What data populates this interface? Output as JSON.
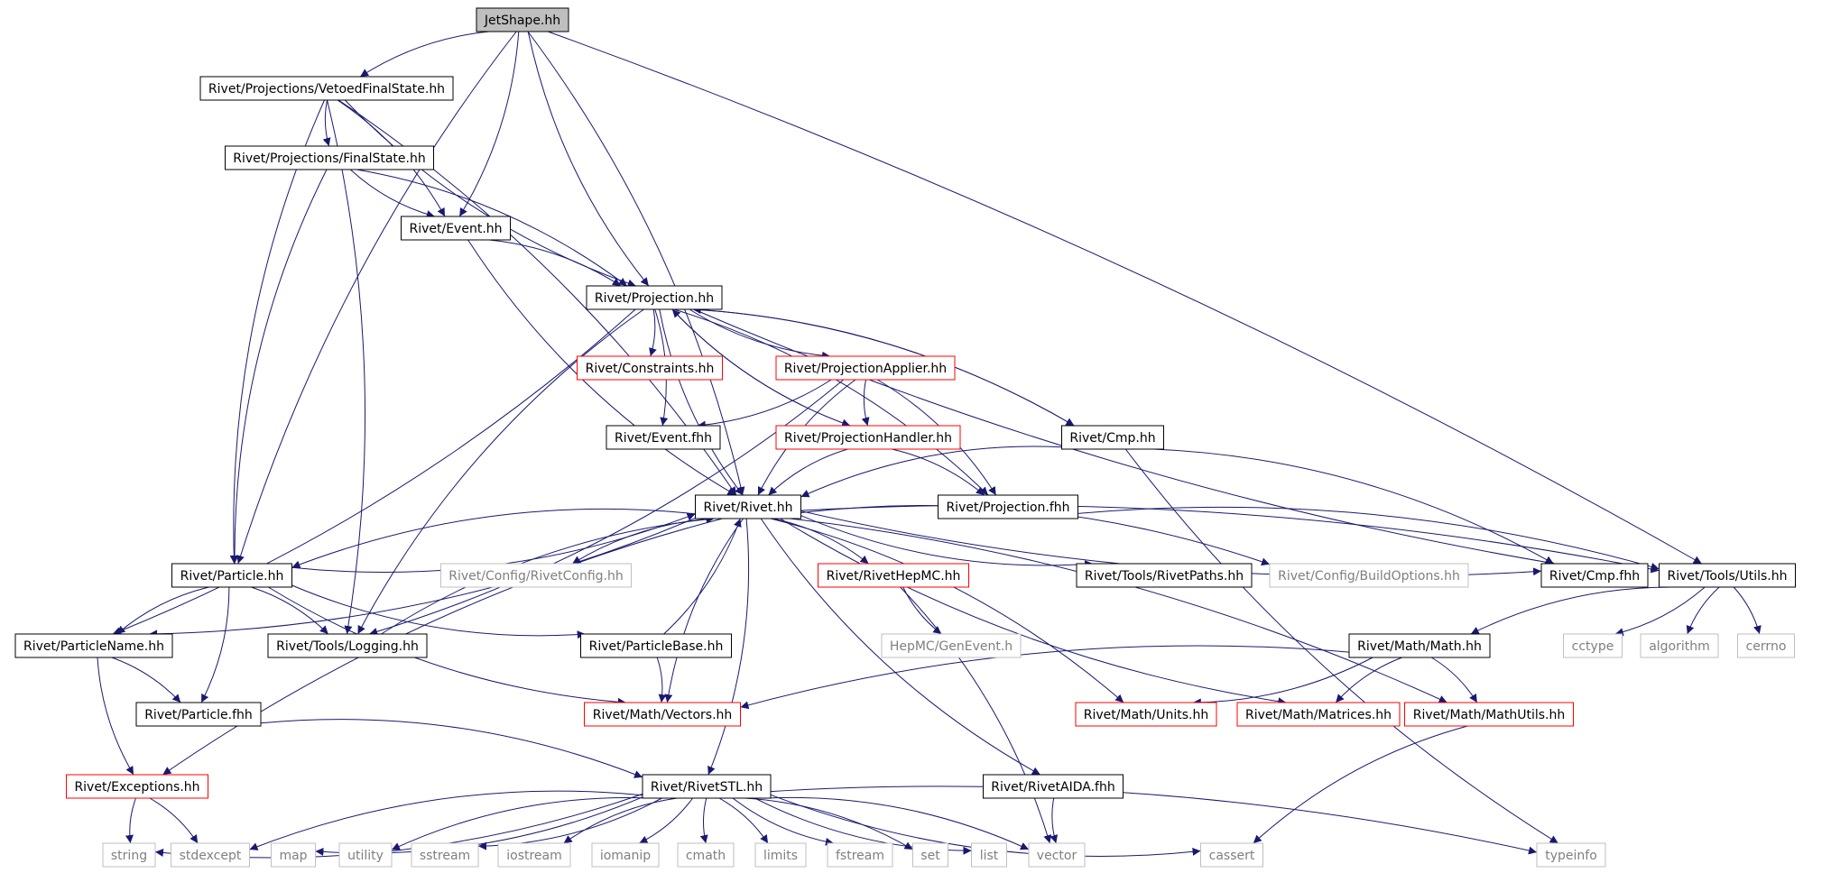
{
  "colors": {
    "edge": "#191970",
    "root_fill": "#bfbfbf",
    "normal_border": "#000000",
    "truncated_border": "#ff0000",
    "missing_border": "#bfbfbf",
    "missing_text": "#7f7f7f",
    "text": "#000000"
  },
  "nodes": [
    {
      "id": "jetshape",
      "label": "JetShape.hh",
      "kind": "root"
    },
    {
      "id": "vetoed",
      "label": "Rivet/Projections/VetoedFinalState.hh",
      "kind": "normal"
    },
    {
      "id": "finalstate",
      "label": "Rivet/Projections/FinalState.hh",
      "kind": "normal"
    },
    {
      "id": "event",
      "label": "Rivet/Event.hh",
      "kind": "normal"
    },
    {
      "id": "projection",
      "label": "Rivet/Projection.hh",
      "kind": "normal"
    },
    {
      "id": "constraints",
      "label": "Rivet/Constraints.hh",
      "kind": "truncated"
    },
    {
      "id": "projapplier",
      "label": "Rivet/ProjectionApplier.hh",
      "kind": "truncated"
    },
    {
      "id": "eventfhh",
      "label": "Rivet/Event.fhh",
      "kind": "normal"
    },
    {
      "id": "projhandler",
      "label": "Rivet/ProjectionHandler.hh",
      "kind": "truncated"
    },
    {
      "id": "cmphh",
      "label": "Rivet/Cmp.hh",
      "kind": "normal"
    },
    {
      "id": "rivet",
      "label": "Rivet/Rivet.hh",
      "kind": "normal"
    },
    {
      "id": "projfhh",
      "label": "Rivet/Projection.fhh",
      "kind": "normal"
    },
    {
      "id": "particle",
      "label": "Rivet/Particle.hh",
      "kind": "normal"
    },
    {
      "id": "rivetconfig",
      "label": "Rivet/Config/RivetConfig.hh",
      "kind": "missing"
    },
    {
      "id": "hepmc",
      "label": "Rivet/RivetHepMC.hh",
      "kind": "truncated"
    },
    {
      "id": "rivetpaths",
      "label": "Rivet/Tools/RivetPaths.hh",
      "kind": "normal"
    },
    {
      "id": "buildoptions",
      "label": "Rivet/Config/BuildOptions.hh",
      "kind": "missing"
    },
    {
      "id": "cmpfhh",
      "label": "Rivet/Cmp.fhh",
      "kind": "normal"
    },
    {
      "id": "utils",
      "label": "Rivet/Tools/Utils.hh",
      "kind": "normal"
    },
    {
      "id": "particlename",
      "label": "Rivet/ParticleName.hh",
      "kind": "normal"
    },
    {
      "id": "logging",
      "label": "Rivet/Tools/Logging.hh",
      "kind": "normal"
    },
    {
      "id": "particlebase",
      "label": "Rivet/ParticleBase.hh",
      "kind": "normal"
    },
    {
      "id": "genevent",
      "label": "HepMC/GenEvent.h",
      "kind": "missing"
    },
    {
      "id": "mathhh",
      "label": "Rivet/Math/Math.hh",
      "kind": "normal"
    },
    {
      "id": "cctype",
      "label": "cctype",
      "kind": "missing"
    },
    {
      "id": "algorithm",
      "label": "algorithm",
      "kind": "missing"
    },
    {
      "id": "cerrno",
      "label": "cerrno",
      "kind": "missing"
    },
    {
      "id": "particlefhh",
      "label": "Rivet/Particle.fhh",
      "kind": "normal"
    },
    {
      "id": "vectors",
      "label": "Rivet/Math/Vectors.hh",
      "kind": "truncated"
    },
    {
      "id": "units",
      "label": "Rivet/Math/Units.hh",
      "kind": "truncated"
    },
    {
      "id": "matrices",
      "label": "Rivet/Math/Matrices.hh",
      "kind": "truncated"
    },
    {
      "id": "mathutils",
      "label": "Rivet/Math/MathUtils.hh",
      "kind": "truncated"
    },
    {
      "id": "exceptions",
      "label": "Rivet/Exceptions.hh",
      "kind": "truncated"
    },
    {
      "id": "rivetstl",
      "label": "Rivet/RivetSTL.hh",
      "kind": "normal"
    },
    {
      "id": "aidafhh",
      "label": "Rivet/RivetAIDA.fhh",
      "kind": "normal"
    },
    {
      "id": "string",
      "label": "string",
      "kind": "missing"
    },
    {
      "id": "stdexcept",
      "label": "stdexcept",
      "kind": "missing"
    },
    {
      "id": "map",
      "label": "map",
      "kind": "missing"
    },
    {
      "id": "utility",
      "label": "utility",
      "kind": "missing"
    },
    {
      "id": "sstream",
      "label": "sstream",
      "kind": "missing"
    },
    {
      "id": "iostream",
      "label": "iostream",
      "kind": "missing"
    },
    {
      "id": "iomanip",
      "label": "iomanip",
      "kind": "missing"
    },
    {
      "id": "cmath",
      "label": "cmath",
      "kind": "missing"
    },
    {
      "id": "limits",
      "label": "limits",
      "kind": "missing"
    },
    {
      "id": "fstream",
      "label": "fstream",
      "kind": "missing"
    },
    {
      "id": "set",
      "label": "set",
      "kind": "missing"
    },
    {
      "id": "list",
      "label": "list",
      "kind": "missing"
    },
    {
      "id": "vector",
      "label": "vector",
      "kind": "missing"
    },
    {
      "id": "cassert",
      "label": "cassert",
      "kind": "missing"
    },
    {
      "id": "typeinfo",
      "label": "typeinfo",
      "kind": "missing"
    }
  ],
  "edges": [
    [
      "jetshape",
      "vetoed"
    ],
    [
      "jetshape",
      "event"
    ],
    [
      "jetshape",
      "projection"
    ],
    [
      "jetshape",
      "rivet"
    ],
    [
      "jetshape",
      "particle"
    ],
    [
      "jetshape",
      "utils"
    ],
    [
      "vetoed",
      "finalstate"
    ],
    [
      "vetoed",
      "event"
    ],
    [
      "vetoed",
      "projection"
    ],
    [
      "vetoed",
      "rivet"
    ],
    [
      "vetoed",
      "particle"
    ],
    [
      "vetoed",
      "logging"
    ],
    [
      "finalstate",
      "event"
    ],
    [
      "finalstate",
      "projection"
    ],
    [
      "finalstate",
      "particle"
    ],
    [
      "event",
      "projection"
    ],
    [
      "event",
      "rivet"
    ],
    [
      "projection",
      "constraints"
    ],
    [
      "projection",
      "projapplier"
    ],
    [
      "projection",
      "eventfhh"
    ],
    [
      "projection",
      "projhandler"
    ],
    [
      "projection",
      "cmphh"
    ],
    [
      "projection",
      "rivet"
    ],
    [
      "projection",
      "projfhh"
    ],
    [
      "projection",
      "cmpfhh"
    ],
    [
      "projection",
      "particlename"
    ],
    [
      "projection",
      "logging"
    ],
    [
      "projapplier",
      "eventfhh"
    ],
    [
      "projapplier",
      "projhandler"
    ],
    [
      "projapplier",
      "projfhh"
    ],
    [
      "projapplier",
      "rivet"
    ],
    [
      "projapplier",
      "logging"
    ],
    [
      "projhandler",
      "rivet"
    ],
    [
      "projhandler",
      "projfhh"
    ],
    [
      "projhandler",
      "projection"
    ],
    [
      "cmphh",
      "projection"
    ],
    [
      "cmphh",
      "rivet"
    ],
    [
      "cmphh",
      "cmpfhh"
    ],
    [
      "cmphh",
      "typeinfo"
    ],
    [
      "projfhh",
      "utils"
    ],
    [
      "rivet",
      "rivetconfig"
    ],
    [
      "rivet",
      "hepmc"
    ],
    [
      "rivet",
      "rivetpaths"
    ],
    [
      "rivet",
      "buildoptions"
    ],
    [
      "rivet",
      "cmpfhh"
    ],
    [
      "rivet",
      "utils"
    ],
    [
      "rivet",
      "particle"
    ],
    [
      "rivet",
      "particlename"
    ],
    [
      "rivet",
      "vectors"
    ],
    [
      "rivet",
      "units"
    ],
    [
      "rivet",
      "matrices"
    ],
    [
      "rivet",
      "mathutils"
    ],
    [
      "rivet",
      "exceptions"
    ],
    [
      "rivet",
      "rivetstl"
    ],
    [
      "rivet",
      "aidafhh"
    ],
    [
      "particle",
      "rivet"
    ],
    [
      "particle",
      "particlename"
    ],
    [
      "particle",
      "logging"
    ],
    [
      "particle",
      "particlebase"
    ],
    [
      "particle",
      "particlefhh"
    ],
    [
      "particle",
      "vectors"
    ],
    [
      "particlename",
      "particlefhh"
    ],
    [
      "particlename",
      "exceptions"
    ],
    [
      "logging",
      "rivet"
    ],
    [
      "particlebase",
      "rivet"
    ],
    [
      "particlebase",
      "vectors"
    ],
    [
      "hepmc",
      "genevent"
    ],
    [
      "hepmc",
      "vector"
    ],
    [
      "utils",
      "mathhh"
    ],
    [
      "utils",
      "cctype"
    ],
    [
      "utils",
      "algorithm"
    ],
    [
      "utils",
      "cerrno"
    ],
    [
      "mathhh",
      "vectors"
    ],
    [
      "mathhh",
      "units"
    ],
    [
      "mathhh",
      "matrices"
    ],
    [
      "mathhh",
      "mathutils"
    ],
    [
      "mathutils",
      "cassert"
    ],
    [
      "particlefhh",
      "rivetstl"
    ],
    [
      "exceptions",
      "string"
    ],
    [
      "exceptions",
      "stdexcept"
    ],
    [
      "aidafhh",
      "vector"
    ],
    [
      "rivetstl",
      "string"
    ],
    [
      "rivetstl",
      "stdexcept"
    ],
    [
      "rivetstl",
      "map"
    ],
    [
      "rivetstl",
      "utility"
    ],
    [
      "rivetstl",
      "sstream"
    ],
    [
      "rivetstl",
      "iostream"
    ],
    [
      "rivetstl",
      "iomanip"
    ],
    [
      "rivetstl",
      "cmath"
    ],
    [
      "rivetstl",
      "limits"
    ],
    [
      "rivetstl",
      "fstream"
    ],
    [
      "rivetstl",
      "set"
    ],
    [
      "rivetstl",
      "list"
    ],
    [
      "rivetstl",
      "vector"
    ],
    [
      "rivetstl",
      "cassert"
    ],
    [
      "rivetstl",
      "typeinfo"
    ]
  ]
}
